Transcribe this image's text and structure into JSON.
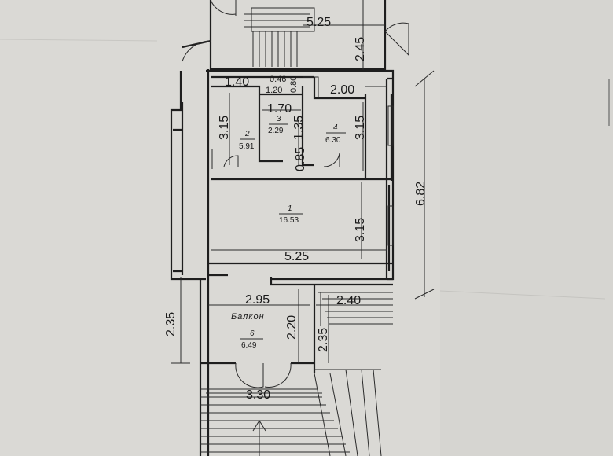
{
  "dimensions": {
    "top_width": "5.25",
    "top_height": "2.45",
    "d_140": "1.40",
    "d_120": "1.20",
    "d_080": "0.80",
    "d_046": "0.46",
    "d_200": "2.00",
    "d_170": "1.70",
    "d_135": "1.35",
    "d_085": "0.85",
    "d_315_left": "3.15",
    "d_315_right": "3.15",
    "d_315_main": "3.15",
    "main_width": "5.25",
    "total_height": "6.82",
    "balcony_width": "2.95",
    "stair_width": "2.40",
    "balcony_left_height": "2.35",
    "balcony_height": "2.20",
    "stair_height": "2.35",
    "bottom_width": "3.30"
  },
  "rooms": [
    {
      "number": "1",
      "area": "16.53"
    },
    {
      "number": "2",
      "area": "5.91"
    },
    {
      "number": "3",
      "area": "2.29"
    },
    {
      "number": "4",
      "area": "6.30"
    },
    {
      "number": "6",
      "area": "6.49",
      "label": "Балкон"
    }
  ],
  "colors": {
    "paper": "#d9d8d4",
    "ink": "#1e1e1e"
  }
}
